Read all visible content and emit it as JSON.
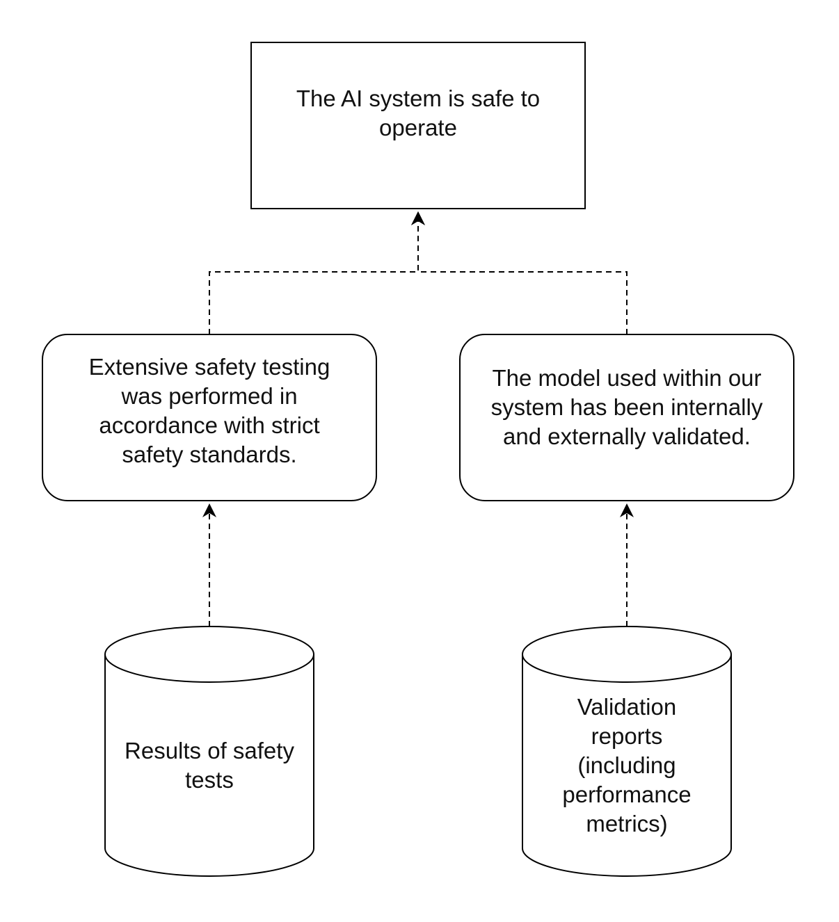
{
  "diagram": {
    "nodes": {
      "claim": {
        "shape": "rectangle",
        "text": "The AI system is safe to\noperate"
      },
      "premise_left": {
        "shape": "rounded-rectangle",
        "text": "Extensive safety testing\nwas performed in\naccordance with strict\nsafety standards."
      },
      "premise_right": {
        "shape": "rounded-rectangle",
        "text": "The model used within our\nsystem has been internally\nand externally validated."
      },
      "evidence_left": {
        "shape": "cylinder",
        "text": "Results of safety\ntests"
      },
      "evidence_right": {
        "shape": "cylinder",
        "text": "Validation\nreports\n(including\nperformance\nmetrics)"
      }
    },
    "edges": [
      {
        "from": "premise_left",
        "to": "claim",
        "style": "dashed",
        "arrow": "end"
      },
      {
        "from": "premise_right",
        "to": "claim",
        "style": "dashed",
        "arrow": "end"
      },
      {
        "from": "evidence_left",
        "to": "premise_left",
        "style": "dashed",
        "arrow": "end"
      },
      {
        "from": "evidence_right",
        "to": "premise_right",
        "style": "dashed",
        "arrow": "end"
      }
    ],
    "colors": {
      "stroke": "#000000",
      "fill": "#ffffff",
      "text": "#111111"
    }
  }
}
